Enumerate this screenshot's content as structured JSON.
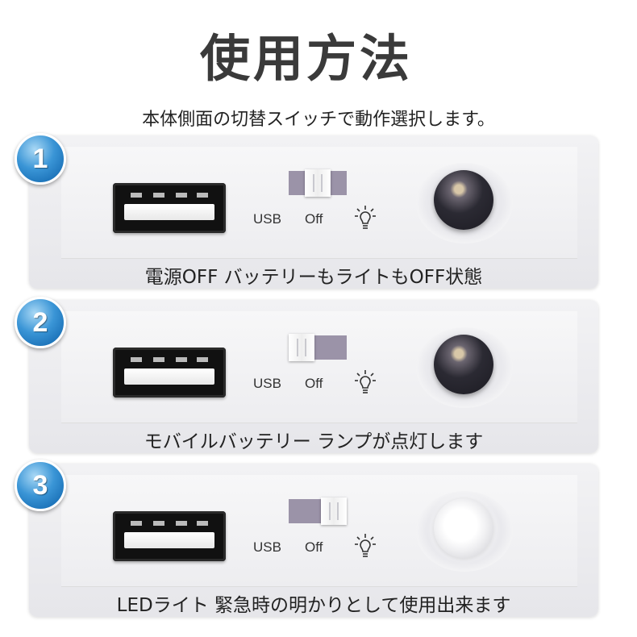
{
  "title": "使用方法",
  "subtitle": "本体側面の切替スイッチで動作選択します。",
  "labels": {
    "usb": "USB",
    "off": "Off"
  },
  "icons": {
    "step_badge": "numbered-circle-badge",
    "light": "light-bulb-icon",
    "port": "usb-port"
  },
  "colors": {
    "badge": "#2b86cc",
    "switch_track": "#9b93a8",
    "title": "#3a3a3a"
  },
  "steps": [
    {
      "number": "1",
      "switch_position": "center",
      "lamp": "off",
      "caption": "電源OFF バッテリーもライトもOFF状態"
    },
    {
      "number": "2",
      "switch_position": "left",
      "lamp": "off",
      "caption": "モバイルバッテリー ランプが点灯します"
    },
    {
      "number": "3",
      "switch_position": "right",
      "lamp": "on",
      "caption": "LEDライト 緊急時の明かりとして使用出来ます"
    }
  ]
}
